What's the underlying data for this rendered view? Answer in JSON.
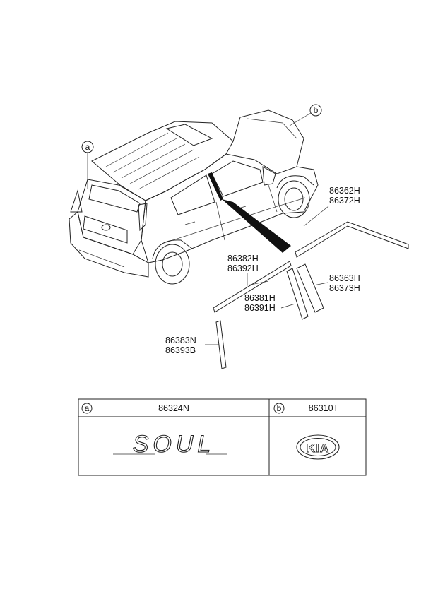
{
  "callouts": {
    "a": "a",
    "b": "b"
  },
  "parts": {
    "p86362H": "86362H",
    "p86372H": "86372H",
    "p86382H": "86382H",
    "p86392H": "86392H",
    "p86363H": "86363H",
    "p86373H": "86373H",
    "p86381H": "86381H",
    "p86391H": "86391H",
    "p86383N": "86383N",
    "p86393B": "86393B"
  },
  "table": {
    "col_a": {
      "letter": "a",
      "part_no": "86324N",
      "emblem_text": "SOUL"
    },
    "col_b": {
      "letter": "b",
      "part_no": "86310T",
      "emblem_text": "KIA"
    }
  }
}
